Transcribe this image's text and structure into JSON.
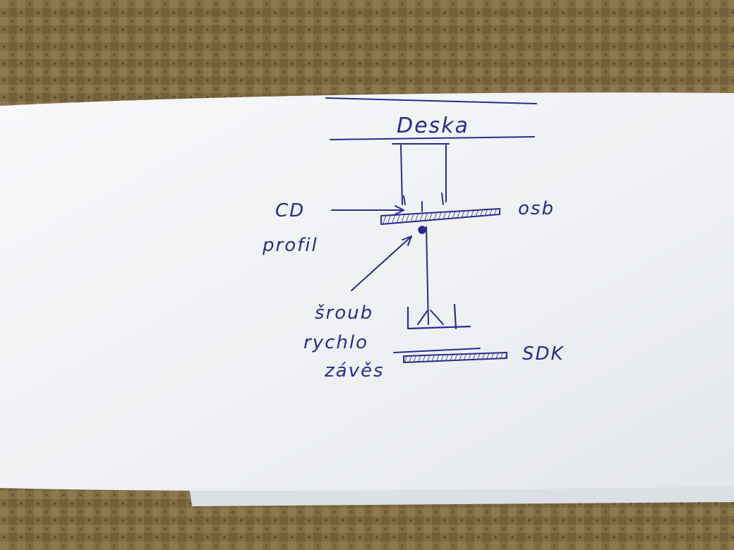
{
  "labels": {
    "deska": "Deska",
    "cd_line1": "CD",
    "cd_line2": "profil",
    "osb": "osb",
    "sroub": "šroub",
    "rychlo": "rychlo",
    "zaves": "závěs",
    "sdk": "SDK"
  },
  "colors": {
    "ink": "#2a2a8c",
    "paper": "#f4f5f7",
    "carpet": "#8a7348"
  }
}
